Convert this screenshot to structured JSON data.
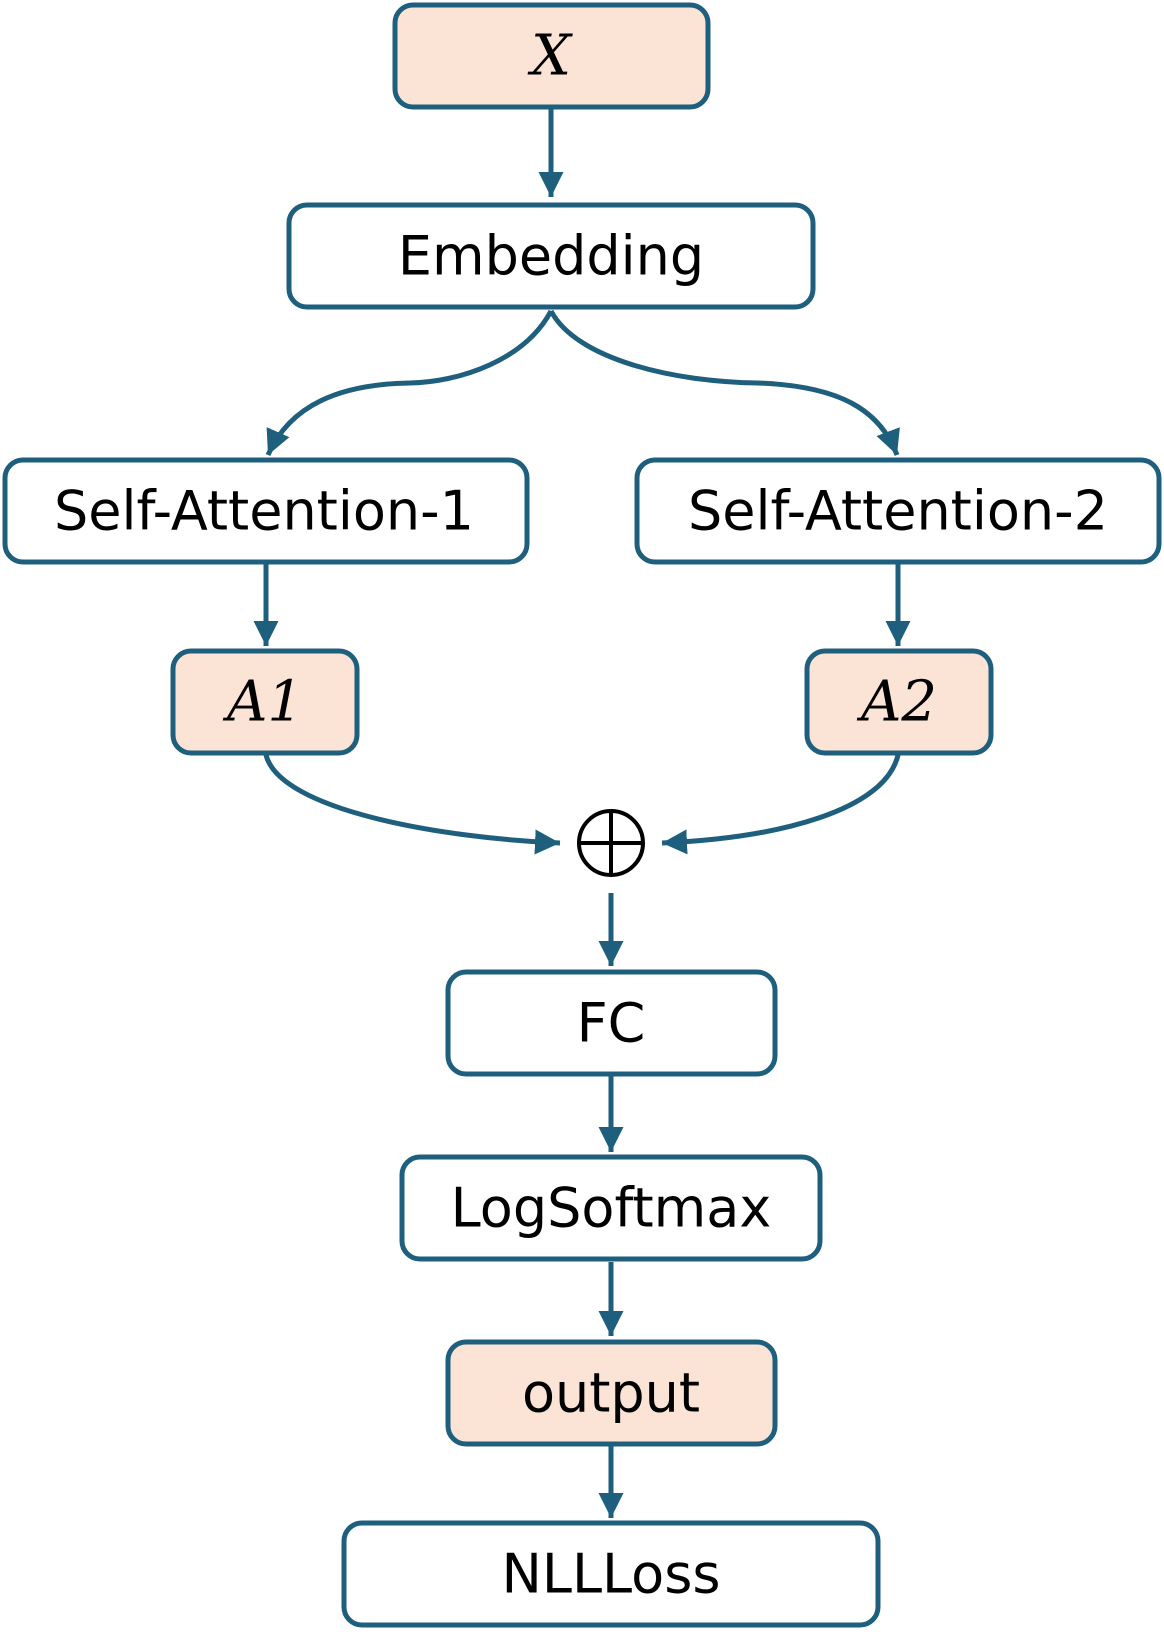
{
  "colors": {
    "stroke": "#1f5f7e",
    "tensor_fill": "#fbe3d5",
    "op_fill": "#ffffff",
    "text": "#000000"
  },
  "nodes": {
    "x": {
      "label": "X",
      "kind": "tensor"
    },
    "embedding": {
      "label": "Embedding",
      "kind": "operation"
    },
    "self_attention_1": {
      "label": "Self-Attention-1",
      "kind": "operation"
    },
    "self_attention_2": {
      "label": "Self-Attention-2",
      "kind": "operation"
    },
    "a1": {
      "label": "A1",
      "kind": "tensor"
    },
    "a2": {
      "label": "A2",
      "kind": "tensor"
    },
    "sum": {
      "label": "⊕",
      "kind": "operator"
    },
    "fc": {
      "label": "FC",
      "kind": "operation"
    },
    "logsoftmax": {
      "label": "LogSoftmax",
      "kind": "operation"
    },
    "output": {
      "label": "output",
      "kind": "tensor"
    },
    "nllloss": {
      "label": "NLLLoss",
      "kind": "operation"
    }
  },
  "edges": [
    {
      "from": "x",
      "to": "embedding"
    },
    {
      "from": "embedding",
      "to": "self_attention_1"
    },
    {
      "from": "embedding",
      "to": "self_attention_2"
    },
    {
      "from": "self_attention_1",
      "to": "a1"
    },
    {
      "from": "self_attention_2",
      "to": "a2"
    },
    {
      "from": "a1",
      "to": "sum"
    },
    {
      "from": "a2",
      "to": "sum"
    },
    {
      "from": "sum",
      "to": "fc"
    },
    {
      "from": "fc",
      "to": "logsoftmax"
    },
    {
      "from": "logsoftmax",
      "to": "output"
    },
    {
      "from": "output",
      "to": "nllloss"
    }
  ]
}
